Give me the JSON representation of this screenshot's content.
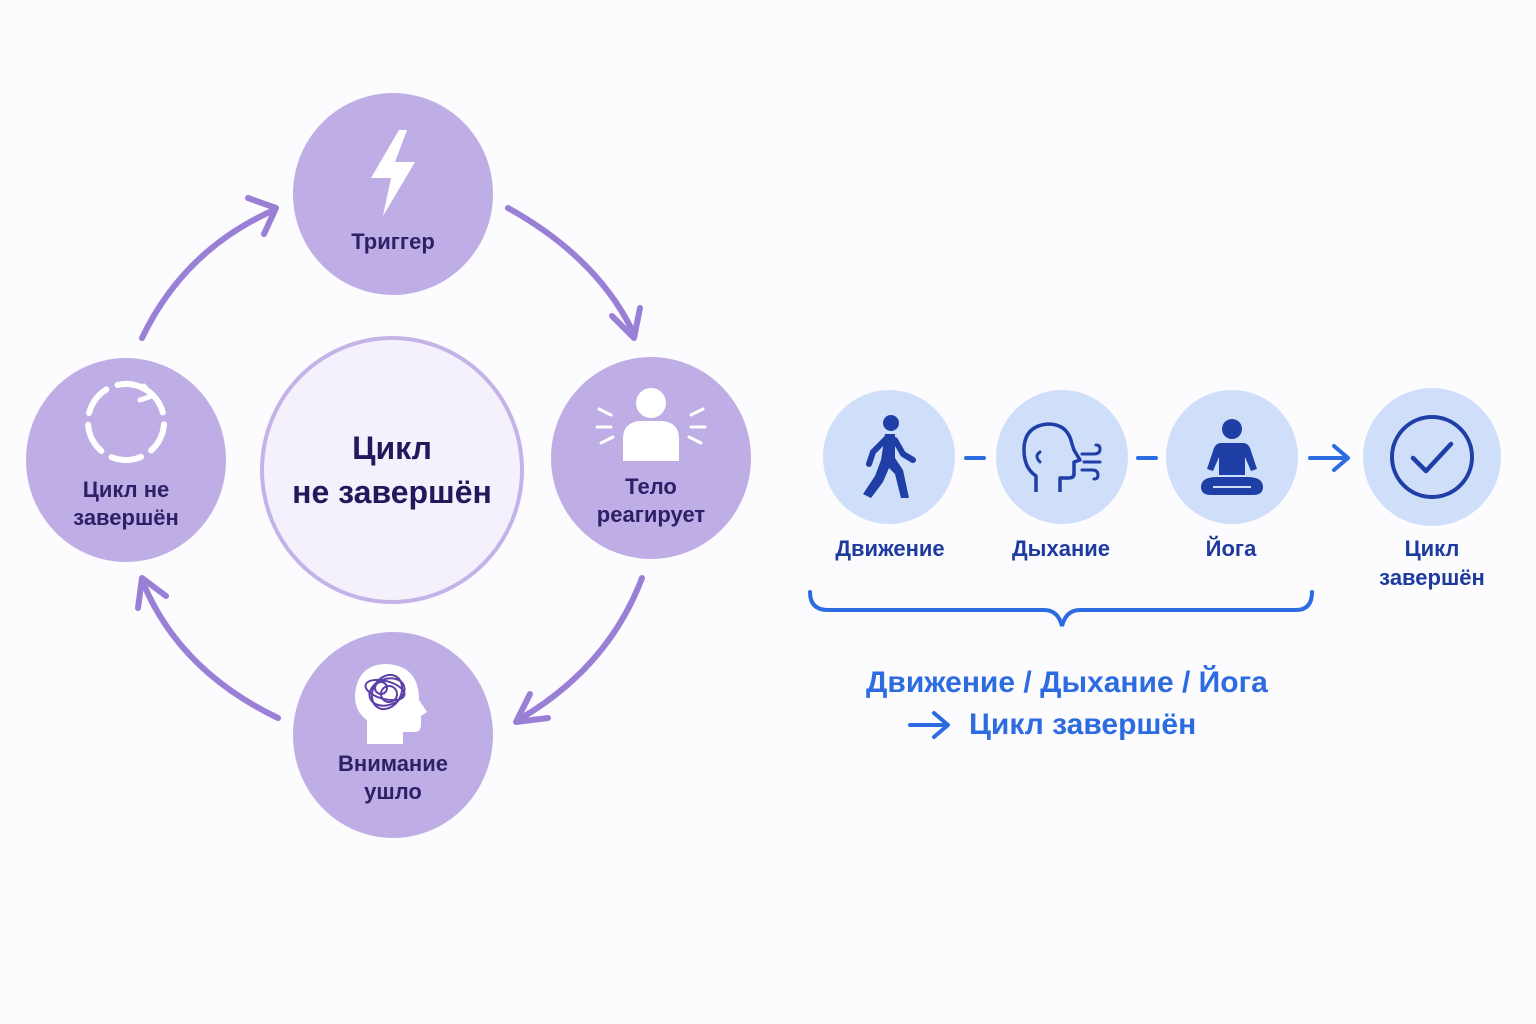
{
  "cycle": {
    "center": "Цикл\nне завершён",
    "nodes": [
      {
        "label": "Триггер",
        "icon": "lightning-icon"
      },
      {
        "label": "Тело\nреагирует",
        "icon": "body-reaction-icon"
      },
      {
        "label": "Внимание\nушло",
        "icon": "tangled-mind-head-icon"
      },
      {
        "label": "Цикл не\nзавершён",
        "icon": "dashed-cycle-icon"
      }
    ]
  },
  "flow": {
    "steps": [
      {
        "label": "Движение",
        "icon": "walking-person-icon"
      },
      {
        "label": "Дыхание",
        "icon": "breathing-head-icon"
      },
      {
        "label": "Йога",
        "icon": "yoga-pose-icon"
      },
      {
        "label": "Цикл\nзавершён",
        "icon": "check-circle-icon"
      }
    ],
    "summary_line1": "Движение / Дыхание / Йога",
    "summary_line2": "Цикл завершён"
  },
  "colors": {
    "cycle_node": "#bfaee6",
    "cycle_arrow": "#9a7fd6",
    "cycle_text": "#2c2168",
    "flow_circle": "#cfdff9",
    "flow_icon": "#1f3fa6",
    "flow_accent": "#2d6ce0"
  }
}
